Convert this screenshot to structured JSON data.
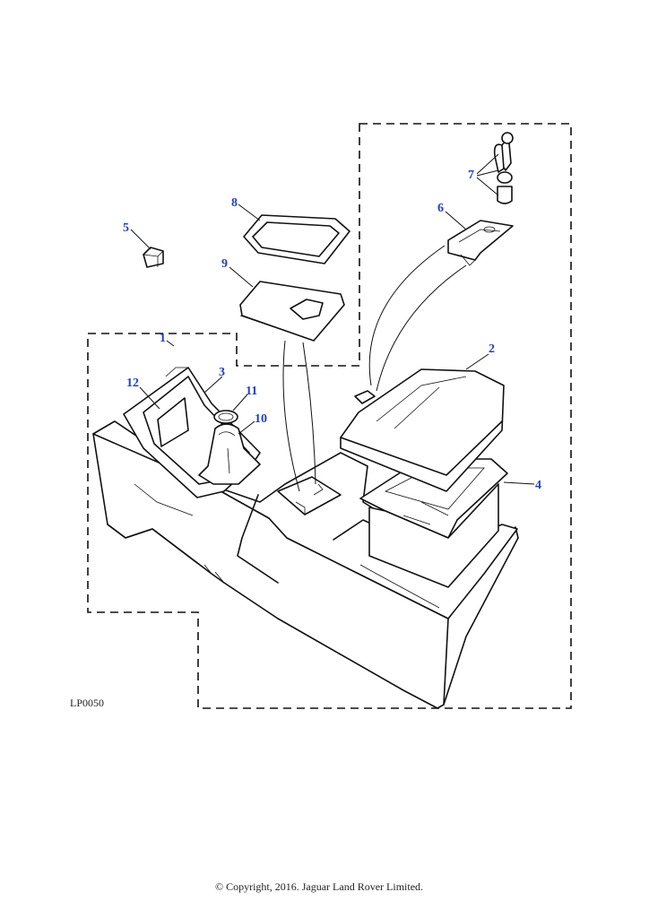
{
  "diagram": {
    "reference": "LP0050",
    "copyright": "© Copyright, 2016. Jaguar Land Rover Limited.",
    "callouts": [
      {
        "id": "c1",
        "label": "1"
      },
      {
        "id": "c2",
        "label": "2"
      },
      {
        "id": "c3",
        "label": "3"
      },
      {
        "id": "c4",
        "label": "4"
      },
      {
        "id": "c5",
        "label": "5"
      },
      {
        "id": "c6",
        "label": "6"
      },
      {
        "id": "c7",
        "label": "7"
      },
      {
        "id": "c8",
        "label": "8"
      },
      {
        "id": "c9",
        "label": "9"
      },
      {
        "id": "c10",
        "label": "10"
      },
      {
        "id": "c11",
        "label": "11"
      },
      {
        "id": "c12",
        "label": "12"
      }
    ],
    "colors": {
      "callout": "#1f3fc4",
      "line": "#111111"
    }
  }
}
